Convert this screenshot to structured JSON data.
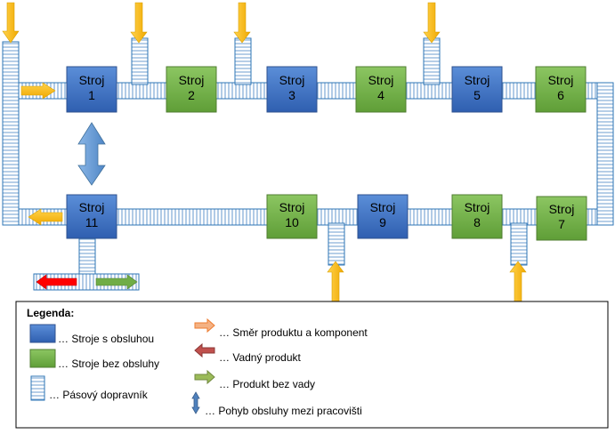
{
  "machines": [
    {
      "id": "m1",
      "label": "Stroj",
      "number": "1",
      "type": "staffed"
    },
    {
      "id": "m2",
      "label": "Stroj",
      "number": "2",
      "type": "unstaffed"
    },
    {
      "id": "m3",
      "label": "Stroj",
      "number": "3",
      "type": "staffed"
    },
    {
      "id": "m4",
      "label": "Stroj",
      "number": "4",
      "type": "unstaffed"
    },
    {
      "id": "m5",
      "label": "Stroj",
      "number": "5",
      "type": "staffed"
    },
    {
      "id": "m6",
      "label": "Stroj",
      "number": "6",
      "type": "unstaffed"
    },
    {
      "id": "m7",
      "label": "Stroj",
      "number": "7",
      "type": "unstaffed"
    },
    {
      "id": "m8",
      "label": "Stroj",
      "number": "8",
      "type": "unstaffed"
    },
    {
      "id": "m9",
      "label": "Stroj",
      "number": "9",
      "type": "staffed"
    },
    {
      "id": "m10",
      "label": "Stroj",
      "number": "10",
      "type": "unstaffed"
    },
    {
      "id": "m11",
      "label": "Stroj",
      "number": "11",
      "type": "staffed"
    }
  ],
  "legend": {
    "title": "Legenda:",
    "staffed": "… Stroje s obsluhou",
    "unstaffed": "… Stroje bez obsluhy",
    "conveyor": "… Pásový dopravník",
    "direction": "… Směr produktu a komponent",
    "defective": "… Vadný produkt",
    "good": "… Produkt bez vady",
    "operator": "… Pohyb obsluhy mezi pracovišti"
  },
  "colors": {
    "staffed": "#4472c4",
    "unstaffed": "#70ad47",
    "product_arrow": "#ffc000",
    "operator_arrow": "#6fa0d8",
    "defective_arrow": "#ff0000",
    "good_arrow": "#70ad47",
    "legend_direction": "#ed7d31",
    "legend_defective": "#c0504d",
    "conveyor_stroke": "#2e75b6"
  }
}
